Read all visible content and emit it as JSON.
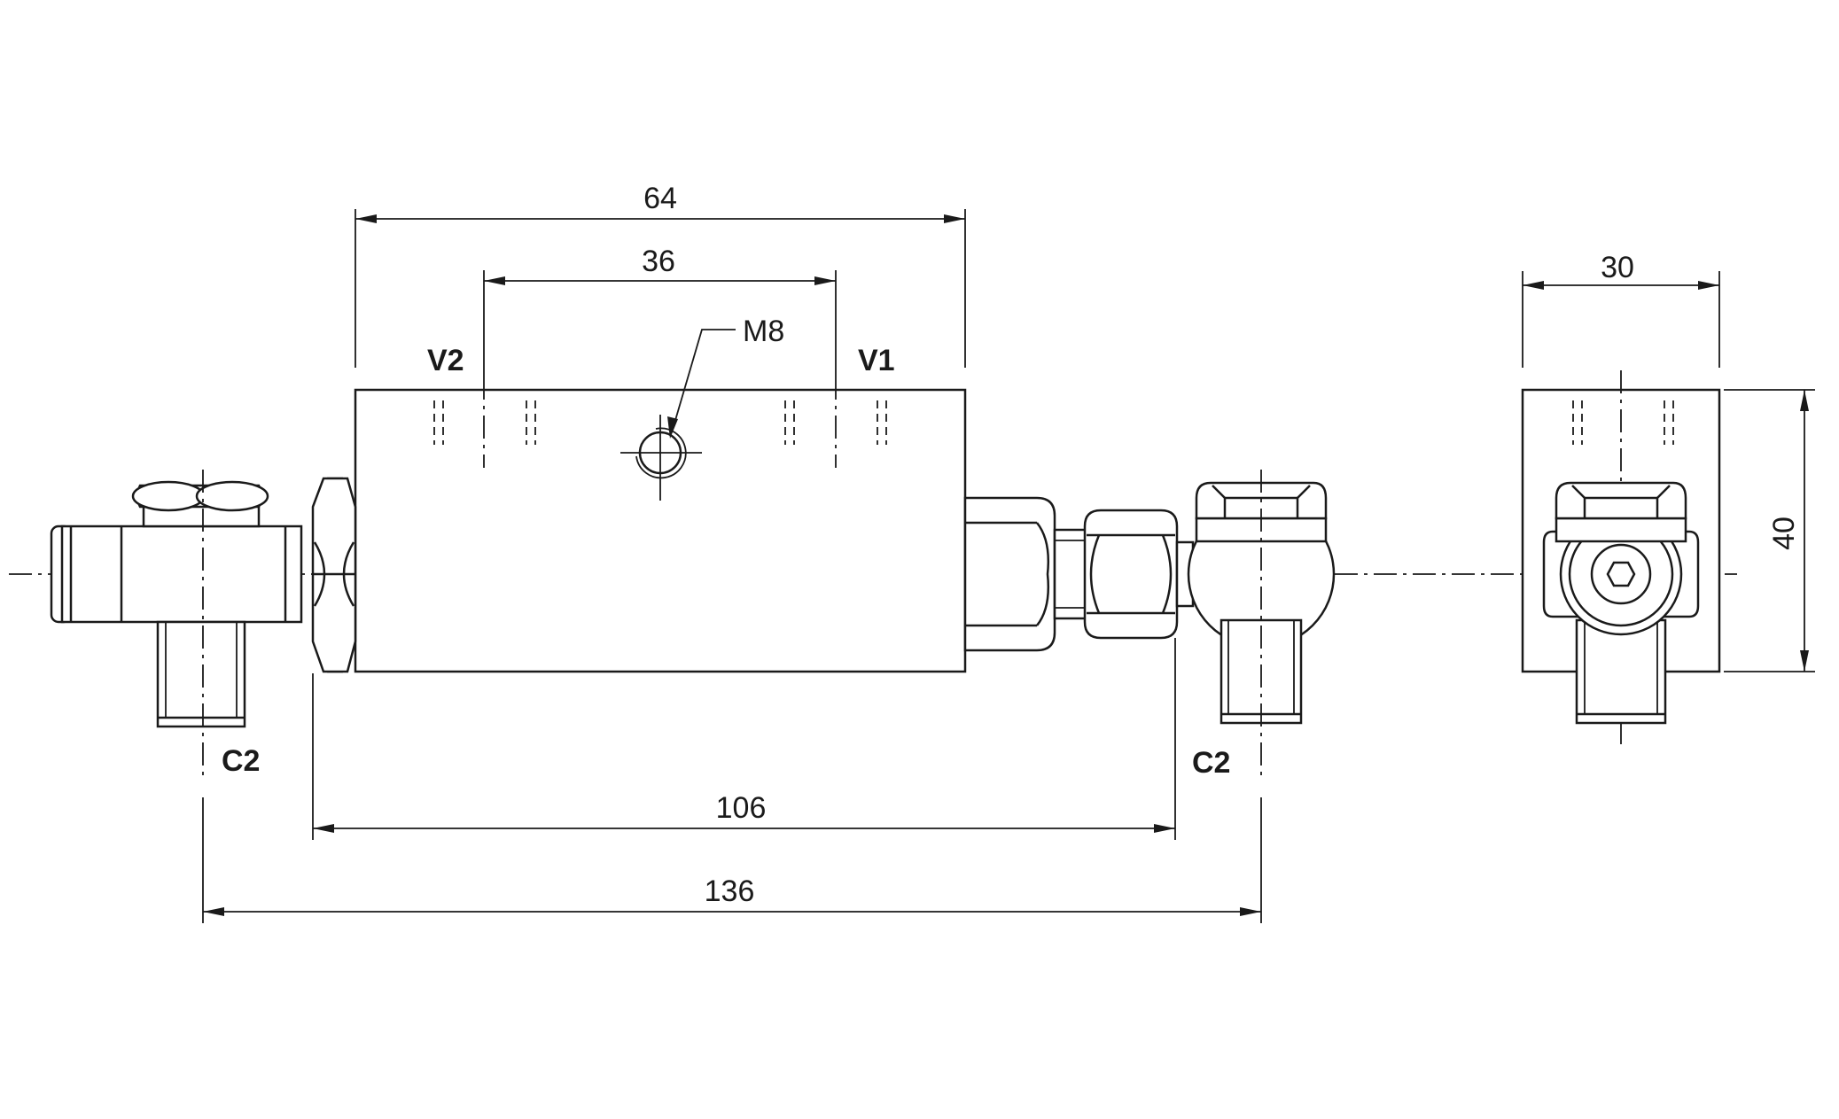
{
  "dimensions": {
    "d64": "64",
    "d36": "36",
    "d30": "30",
    "d40": "40",
    "d106": "106",
    "d136": "136"
  },
  "labels": {
    "v2": "V2",
    "v1": "V1",
    "m8": "M8",
    "c2_left": "C2",
    "c2_right": "C2"
  }
}
